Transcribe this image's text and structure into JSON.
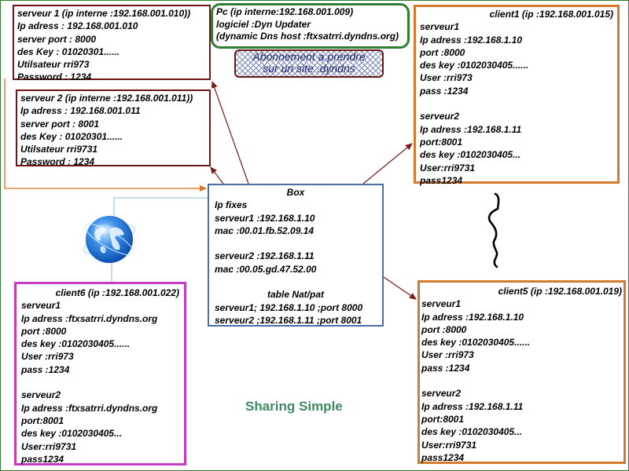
{
  "diagram": {
    "title": "Sharing Simple",
    "colors": {
      "server_border": "#6b1717",
      "pc_border": "#2e7d32",
      "client_orange": "#d47a2e",
      "client_magenta": "#c43cc4",
      "box_border": "#4a6fa8",
      "title_green": "#3f8a64",
      "arrow_dark_red": "#7a1a1a",
      "arrow_orange": "#e07020",
      "line_light_blue": "#8ab8d8"
    },
    "server1": {
      "lines": [
        "serveur 1 (ip interne :192.168.001.010))",
        "Ip adress : 192.168.001.010",
        "server port : 8000",
        "des Key : 01020301......",
        "Utilsateur rri973",
        "Password : 1234"
      ]
    },
    "server2": {
      "lines": [
        "serveur 2 (ip interne :192.168.001.011))",
        "Ip adress : 192.168.001.011",
        "server port : 8001",
        "des Key : 01020301......",
        "Utilsateur rri9731",
        "Password : 1234"
      ]
    },
    "pc": {
      "lines": [
        "Pc (ip interne:192.168.001.009)",
        "logiciel :Dyn Updater",
        "(dynamic Dns host :ftxsatrri.dyndns.org)"
      ]
    },
    "subscription_note": {
      "lines": [
        "Abonnement a prendre",
        "sur un site .dyndns"
      ]
    },
    "client1": {
      "title": "client1 (ip :192.168.001.015)",
      "lines": [
        "serveur1",
        "Ip adress :192.168.1.10",
        "port :8000",
        "des key :0102030405......",
        "User :rri973",
        "pass :1234",
        "",
        "serveur2",
        "Ip adress :192.168.1.11",
        "port:8001",
        "des key :0102030405...",
        "User:rri9731",
        "pass1234"
      ]
    },
    "box": {
      "title": "Box",
      "lines": [
        "Ip fixes",
        "serveur1 :192.168.1.10",
        "mac :00.01.fb.52.09.14",
        "",
        "serveur2 :192.168.1.11",
        "mac :00.05.gd.47.52.00",
        ""
      ],
      "nat_title": "table Nat/pat",
      "nat_lines": [
        "serveur1; 192.168.1.10 ;port 8000",
        "serveur2 ;192.168.1.11 ;port 8001"
      ]
    },
    "client6": {
      "title": "client6 (ip :192.168.001.022)",
      "lines": [
        "serveur1",
        "Ip adress :ftxsatrri.dyndns.org",
        "port :8000",
        "des key :0102030405......",
        "User :rri973",
        "pass :1234",
        "",
        "serveur2",
        "Ip adress :ftxsatrri.dyndns.org",
        "port:8001",
        "des key :0102030405...",
        "User:rri9731",
        "pass1234"
      ]
    },
    "client5": {
      "title": "client5 (ip :192.168.001.019)",
      "lines": [
        "serveur1",
        "Ip adress :192.168.1.10",
        "port :8000",
        "des key :0102030405......",
        "User :rri973",
        "pass :1234",
        "",
        "serveur2",
        "Ip adress :192.168.1.11",
        "port:8001",
        "des key :0102030405...",
        "User:rri9731",
        "pass1234"
      ]
    },
    "icons": {
      "globe": "internet-globe-icon",
      "squiggle": "wavy-connection-icon"
    }
  }
}
